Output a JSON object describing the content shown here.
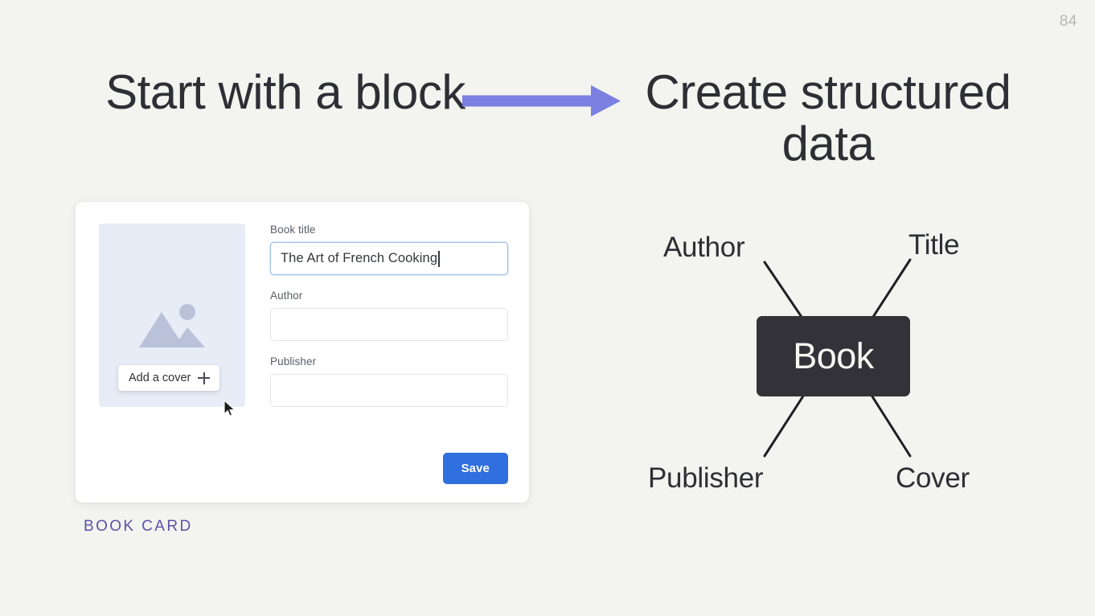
{
  "page": {
    "number": "84"
  },
  "colors": {
    "background": "#f3f4ef",
    "arrow": "#7b7fe0",
    "accent_blue": "#2f6fde",
    "caption_purple": "#5b52a8",
    "node_dark": "#343239",
    "cover_panel": "#e8ecf7"
  },
  "headings": {
    "left": "Start with a block",
    "right": "Create structured data"
  },
  "arrow": {
    "icon": "arrow-right-icon"
  },
  "card": {
    "caption": "BOOK CARD",
    "cover": {
      "placeholder_icon": "image-placeholder-icon",
      "add_cover_label": "Add a cover",
      "add_cover_icon": "plus-icon",
      "cursor_icon": "mouse-pointer-icon"
    },
    "fields": [
      {
        "label": "Book title",
        "value": "The Art of French Cooking",
        "placeholder": "",
        "focused": true
      },
      {
        "label": "Author",
        "value": "",
        "placeholder": "",
        "focused": false
      },
      {
        "label": "Publisher",
        "value": "",
        "placeholder": "",
        "focused": false
      }
    ],
    "save_label": "Save"
  },
  "diagram": {
    "center_node": "Book",
    "labels": {
      "top_left": "Author",
      "top_right": "Title",
      "bottom_left": "Publisher",
      "bottom_right": "Cover"
    }
  }
}
